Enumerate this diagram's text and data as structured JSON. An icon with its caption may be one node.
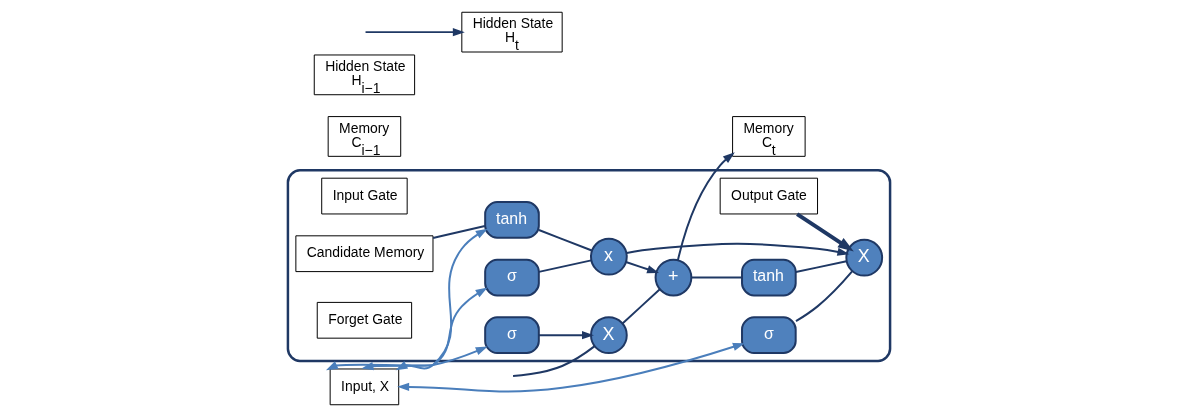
{
  "diagram": {
    "nodes": [
      {
        "text": [],
        "shape": "box"
      },
      {
        "text": [
          "Memory",
          "C$_{i−1}$"
        ]
      },
      {
        "text": [
          "X"
        ],
        "in": 0
      },
      {
        "text": [
          "+"
        ],
        "in": 0
      },
      {
        "text": [
          "Memory",
          "C$_{t}$"
        ]
      },
      {
        "text": [
          "tanh"
        ],
        "in": 0
      },
      {
        "text": [
          "Input Gate"
        ],
        "in": 0
      },
      {
        "text": [
          "x"
        ],
        "in": 0
      },
      {
        "text": [
          "Candidate Memory"
        ],
        "in": 0
      },
      {
        "text": [
          "Forget Gate"
        ],
        "in": 0
      },
      {
        "text": [
          "X"
        ],
        "in": 0
      },
      {
        "text": [
          "Output Gate"
        ],
        "in": 0
      },
      {
        "text": [
          "σ"
        ],
        "in": 0
      },
      {
        "text": [
          "σ"
        ],
        "in": 0
      },
      {
        "text": [
          "tanh"
        ],
        "in": 0
      },
      {
        "text": [
          "σ"
        ],
        "in": 0
      },
      {
        "text": [
          "Hidden State",
          "H$_{i−1}$"
        ]
      },
      {
        "text": [
          "Hidden State",
          "H$_{t}$"
        ]
      },
      {
        "text": [
          "Input, X"
        ]
      }
    ],
    "edges": [
      {
        "from": null,
        "to": 2,
        "arrow": "none"
      },
      {
        "from": 2,
        "to": 3,
        "arrow": "none"
      },
      {
        "from": 3,
        "to": 4,
        "arrow": "to"
      },
      {
        "from": 3,
        "to": 5,
        "arrow": "none"
      },
      {
        "from": 5,
        "to": 10,
        "arrow": "none"
      },
      {
        "from": 12,
        "to": 2,
        "arrow": "to"
      },
      {
        "from": 13,
        "to": 7,
        "arrow": "none"
      },
      {
        "from": 14,
        "to": 7,
        "arrow": "none"
      },
      {
        "from": 7,
        "to": 3,
        "arrow": "to"
      },
      {
        "from": 8,
        "to": 14,
        "arrow": "none"
      },
      {
        "from": 7,
        "to": 10,
        "arrow": "to"
      },
      {
        "from": 11,
        "to": 10,
        "arrow": "to",
        "style": "thick"
      },
      {
        "from": 15,
        "to": 10,
        "arrow": "none"
      },
      {
        "from": null,
        "to": 17,
        "arrow": "to"
      },
      {
        "from": 18,
        "to": 12,
        "arrow": "both",
        "color": "#4a7ebb"
      },
      {
        "from": 18,
        "to": 13,
        "arrow": "both",
        "color": "#4a7ebb"
      },
      {
        "from": 18,
        "to": 14,
        "arrow": "both",
        "color": "#4a7ebb"
      },
      {
        "from": 18,
        "to": 15,
        "arrow": "both",
        "color": "#4a7ebb"
      }
    ]
  }
}
